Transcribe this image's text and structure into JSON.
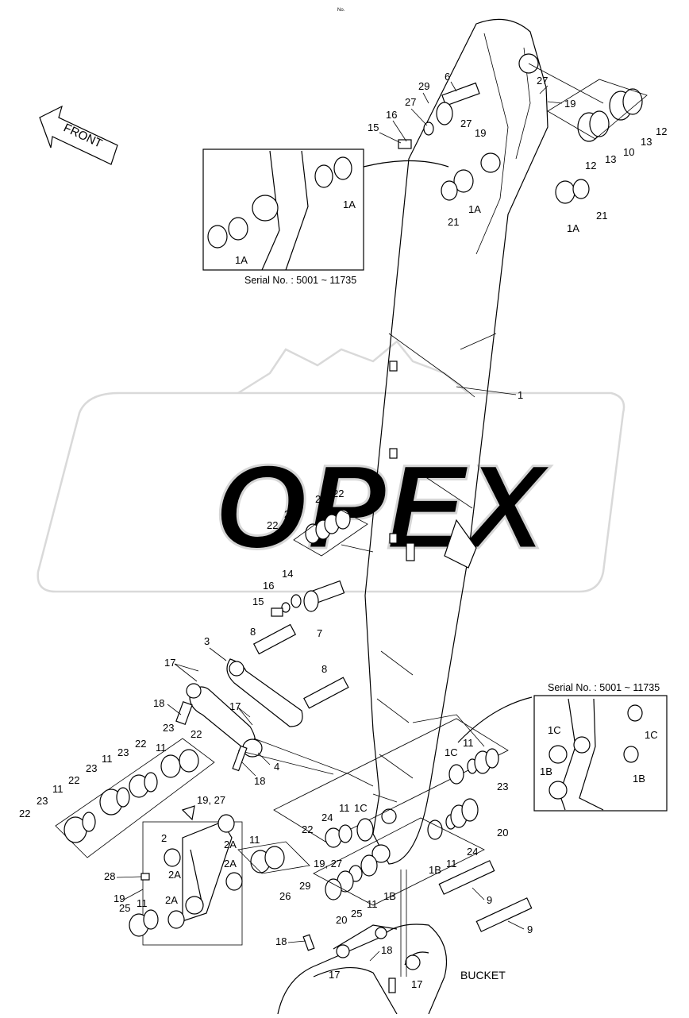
{
  "watermark": "OPEX",
  "front_label": "FRONT",
  "bucket_label": "BUCKET",
  "top_mark": "No.",
  "inset_top": {
    "serial": "Serial No. : 5001 ~ 11735",
    "labels": [
      "1A",
      "1A"
    ]
  },
  "inset_right": {
    "serial": "Serial No. : 5001 ~ 11735",
    "labels": [
      "1C",
      "1C",
      "1B",
      "1B"
    ]
  },
  "callouts": [
    "1",
    "1A",
    "1A",
    "1B",
    "1B",
    "1C",
    "1C",
    "2",
    "2A",
    "2A",
    "2A",
    "2A",
    "3",
    "4",
    "6",
    "7",
    "8",
    "8",
    "9",
    "9",
    "10",
    "11",
    "11",
    "11",
    "11",
    "11",
    "11",
    "11",
    "11",
    "11",
    "11",
    "12",
    "12",
    "13",
    "13",
    "14",
    "15",
    "15",
    "16",
    "16",
    "17",
    "17",
    "17",
    "17",
    "18",
    "18",
    "18",
    "18",
    "19",
    "19",
    "19",
    "19, 27",
    "19, 27",
    "20",
    "20",
    "21",
    "21",
    "22",
    "22",
    "22",
    "22",
    "22",
    "22",
    "22",
    "23",
    "23",
    "23",
    "23",
    "23",
    "23",
    "23",
    "24",
    "24",
    "25",
    "25",
    "26",
    "27",
    "27",
    "27",
    "28",
    "29",
    "29"
  ]
}
